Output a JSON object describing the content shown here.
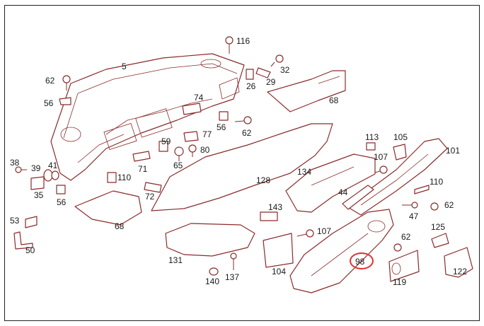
{
  "highlight": {
    "color": "#e23030",
    "part": "98"
  },
  "labels": {
    "l5": "5",
    "l116": "116",
    "l32": "32",
    "l62a": "62",
    "l26": "26",
    "l29": "29",
    "l56a": "56",
    "l74": "74",
    "l68a": "68",
    "l56b": "56",
    "l77": "77",
    "l62b": "62",
    "l59": "59",
    "l80": "80",
    "l38": "38",
    "l39": "39",
    "l41": "41",
    "l71": "71",
    "l65": "65",
    "l113": "113",
    "l105": "105",
    "l101": "101",
    "l107a": "107",
    "l128": "128",
    "l134": "134",
    "l110a": "110",
    "l110b": "110",
    "l35": "35",
    "l56c": "56",
    "l72": "72",
    "l44": "44",
    "l47": "47",
    "l62c": "62",
    "l143": "143",
    "l53": "53",
    "l68b": "68",
    "l107b": "107",
    "l125": "125",
    "l62d": "62",
    "l50": "50",
    "l131": "131",
    "l98": "98",
    "l104": "104",
    "l122": "122",
    "l137": "137",
    "l140": "140",
    "l119": "119"
  }
}
